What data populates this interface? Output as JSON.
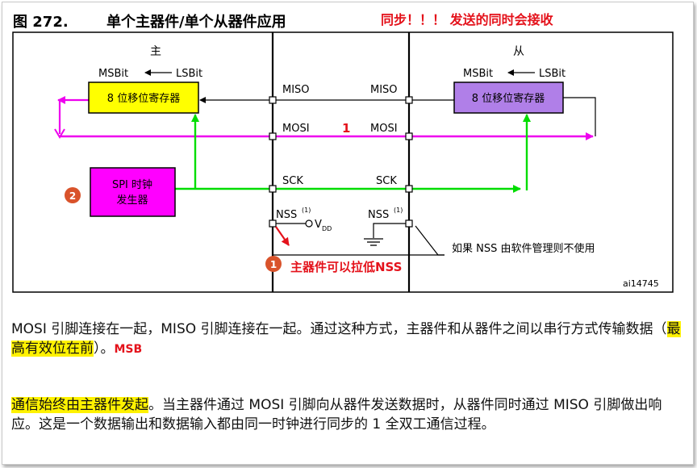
{
  "figure": {
    "number": "图 272.",
    "title": "单个主器件/单个从器件应用",
    "note_red": "同步！！！  发送的同时会接收",
    "master_label": "主",
    "slave_label": "从",
    "msbit": "MSBit",
    "lsbit": "LSBit",
    "master_register": "8 位移位寄存器",
    "slave_register": "8 位移位寄存器",
    "clock_gen_line1": "SPI 时钟",
    "clock_gen_line2": "发生器",
    "pins": {
      "miso": "MISO",
      "mosi": "MOSI",
      "sck": "SCK",
      "nss": "NSS",
      "nss_sup": "(1)",
      "vdd": "V",
      "vdd_sub": "DD"
    },
    "mosi_annotation": "1",
    "badge_2": "2",
    "badge_1": "1",
    "nss_annotation": "主器件可以拉低NSS",
    "nss_note": "如果 NSS 由软件管理则不使用",
    "figure_id": "ai14745",
    "colors": {
      "register_master": "#ffff00",
      "register_slave": "#b07fe8",
      "clock_gen": "#ff00ff",
      "mosi_line": "#ee00ee",
      "sck_line": "#00ee00",
      "annotation_red": "#e4121b",
      "badge": "#d9532b"
    }
  },
  "paragraph1": {
    "text_a": "MOSI 引脚连接在一起，MISO 引脚连接在一起。通过这种方式，主器件和从器件之间以串行方式传输数据（",
    "highlight": "最高有效位在前",
    "text_b": "）。",
    "red_note": "MSB"
  },
  "paragraph2": {
    "highlight": "通信始终由主器件发起",
    "text": "。当主器件通过 MOSI 引脚向从器件发送数据时，从器件同时通过 MISO 引脚做出响应。这是一个数据输出和数据输入都由同一时钟进行同步的 1 全双工通信过程。"
  }
}
